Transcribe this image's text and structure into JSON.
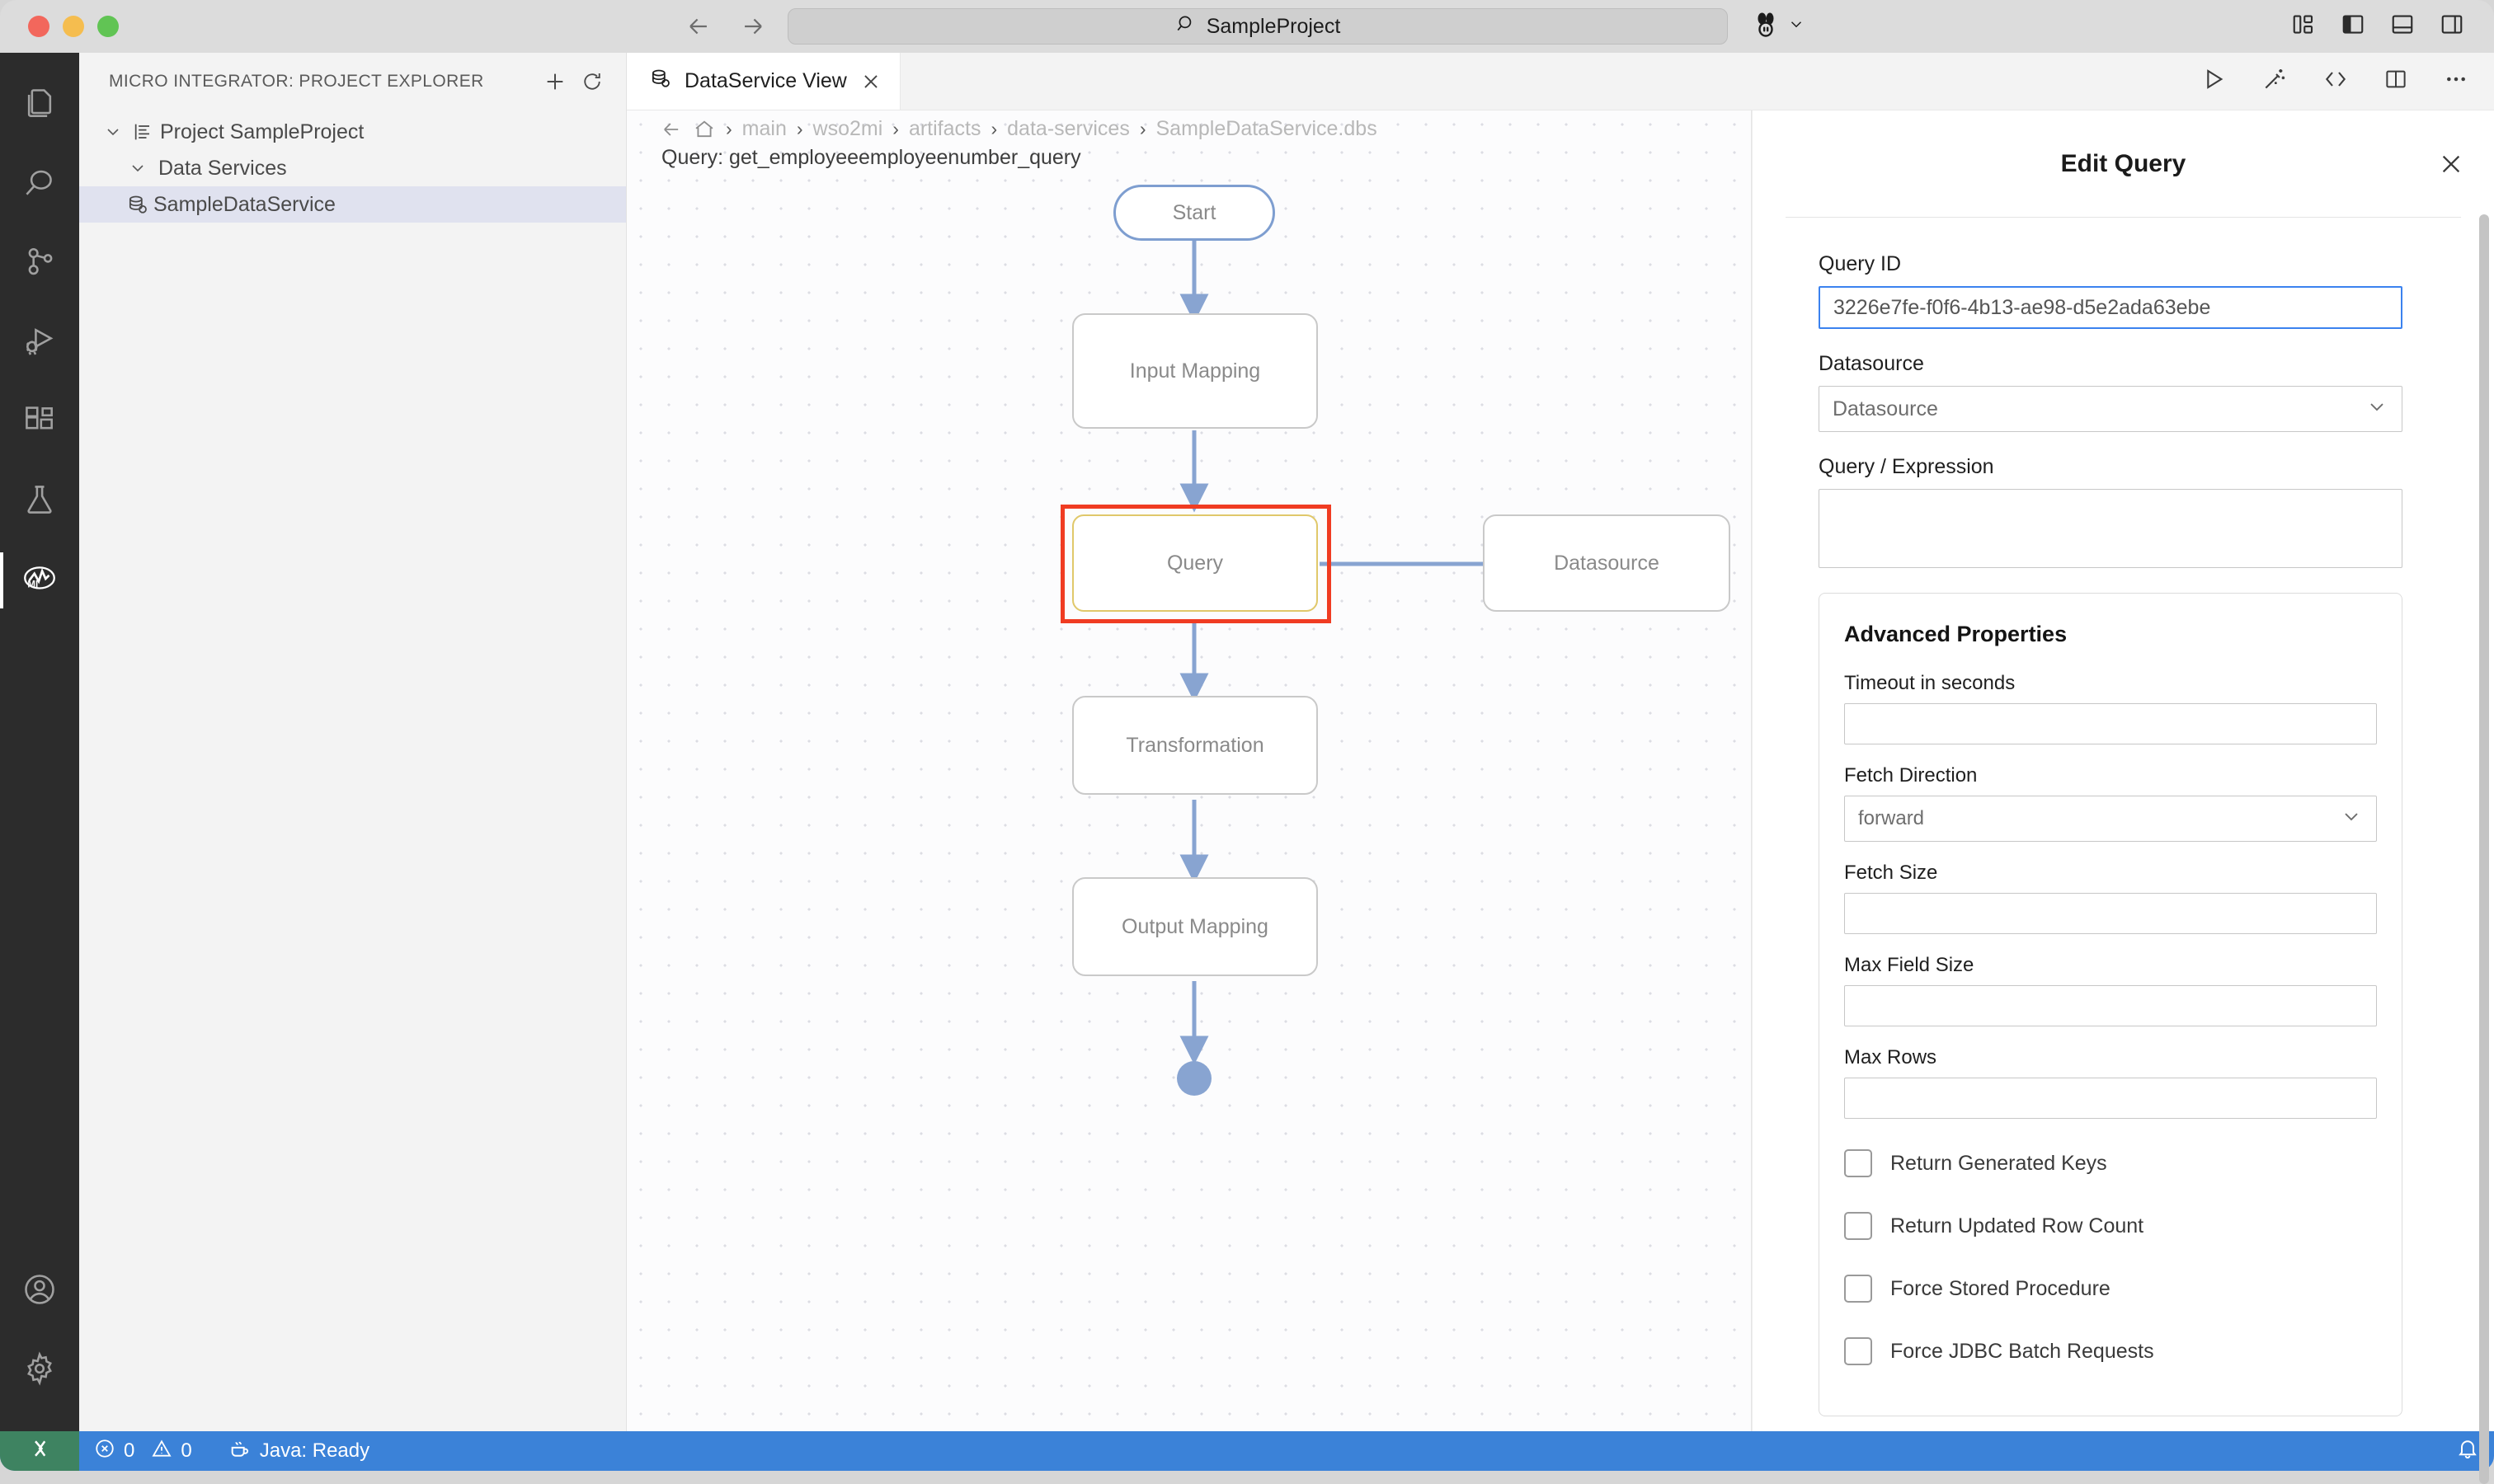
{
  "window": {
    "omnibar_value": "SampleProject",
    "search_icon": "search-icon",
    "nav_back_icon": "arrow-left-icon",
    "nav_forward_icon": "arrow-right-icon",
    "account_icon": "wso2-account-icon",
    "account_chevron": "chevron-down-icon",
    "layout_icons": [
      "customize-layout-icon",
      "toggle-primary-sidebar-icon",
      "toggle-panel-icon",
      "toggle-secondary-sidebar-icon"
    ]
  },
  "activitybar": {
    "items": [
      {
        "name": "explorer",
        "icon": "files-icon",
        "active": false
      },
      {
        "name": "search",
        "icon": "search-icon",
        "active": false
      },
      {
        "name": "source-control",
        "icon": "source-control-icon",
        "active": false
      },
      {
        "name": "run-and-debug",
        "icon": "run-debug-icon",
        "active": false
      },
      {
        "name": "extensions",
        "icon": "extensions-icon",
        "active": false
      },
      {
        "name": "testing",
        "icon": "beaker-icon",
        "active": false
      },
      {
        "name": "micro-integrator",
        "icon": "mi-logo-icon",
        "active": true
      }
    ],
    "bottom": [
      {
        "name": "accounts",
        "icon": "account-circle-icon"
      },
      {
        "name": "manage",
        "icon": "gear-icon"
      }
    ]
  },
  "sidebar": {
    "title": "MICRO INTEGRATOR: PROJECT EXPLORER",
    "actions": [
      {
        "name": "add",
        "icon": "plus-icon"
      },
      {
        "name": "refresh",
        "icon": "refresh-icon"
      }
    ],
    "tree": [
      {
        "label": "Project SampleProject",
        "icon": "project-icon",
        "chevron": "chevron-down-icon",
        "indent": 0,
        "selected": false
      },
      {
        "label": "Data Services",
        "icon": "",
        "chevron": "chevron-down-icon",
        "indent": 1,
        "selected": false
      },
      {
        "label": "SampleDataService",
        "icon": "dataservice-icon",
        "chevron": "",
        "indent": 2,
        "selected": true
      }
    ]
  },
  "editor": {
    "tab": {
      "label": "DataService View",
      "icon": "dataservice-icon",
      "close_icon": "close-icon"
    },
    "actions": [
      {
        "name": "run",
        "icon": "play-icon"
      },
      {
        "name": "ai-assist",
        "icon": "magic-wand-icon"
      },
      {
        "name": "show-source",
        "icon": "code-icon"
      },
      {
        "name": "split-editor",
        "icon": "split-editor-icon"
      },
      {
        "name": "more-actions",
        "icon": "ellipsis-icon"
      }
    ]
  },
  "breadcrumb": {
    "back_icon": "arrow-left-icon",
    "home_icon": "home-icon",
    "separator": "›",
    "segments": [
      "main",
      "wso2mi",
      "artifacts",
      "data-services",
      "SampleDataService.dbs"
    ],
    "title": "Query: get_employeeemployeenumber_query"
  },
  "diagram": {
    "nodes": [
      {
        "id": "start",
        "label": "Start",
        "type": "start"
      },
      {
        "id": "input-mapping",
        "label": "Input Mapping",
        "type": "block"
      },
      {
        "id": "query",
        "label": "Query",
        "type": "query",
        "selected": true
      },
      {
        "id": "datasource",
        "label": "Datasource",
        "type": "block"
      },
      {
        "id": "transformation",
        "label": "Transformation",
        "type": "block"
      },
      {
        "id": "output-mapping",
        "label": "Output Mapping",
        "type": "block"
      },
      {
        "id": "end",
        "label": "",
        "type": "endpoint"
      }
    ],
    "colors": {
      "link": "#88a4d1",
      "start_border": "#7e9ed0",
      "selection": "#f03c22",
      "query_border": "#e0c86a",
      "node_border": "#c9c9c9",
      "node_text": "#8a8a8a"
    }
  },
  "panel": {
    "title": "Edit Query",
    "close_icon": "close-icon",
    "query_id": {
      "label": "Query ID",
      "value": "3226e7fe-f0f6-4b13-ae98-d5e2ada63ebe"
    },
    "datasource": {
      "label": "Datasource",
      "value": "Datasource",
      "chevron": "chevron-down-icon"
    },
    "query_expression": {
      "label": "Query / Expression",
      "value": ""
    },
    "advanced": {
      "title": "Advanced Properties",
      "timeout": {
        "label": "Timeout in seconds",
        "value": ""
      },
      "fetch_direction": {
        "label": "Fetch Direction",
        "value": "forward",
        "chevron": "chevron-down-icon"
      },
      "fetch_size": {
        "label": "Fetch Size",
        "value": ""
      },
      "max_field_size": {
        "label": "Max Field Size",
        "value": ""
      },
      "max_rows": {
        "label": "Max Rows",
        "value": ""
      },
      "checkboxes": [
        {
          "label": "Return Generated Keys",
          "checked": false
        },
        {
          "label": "Return Updated Row Count",
          "checked": false
        },
        {
          "label": "Force Stored Procedure",
          "checked": false
        },
        {
          "label": "Force JDBC Batch Requests",
          "checked": false
        }
      ]
    }
  },
  "statusbar": {
    "remote_icon": "remote-window-icon",
    "error_icon": "error-icon",
    "error_count": "0",
    "warning_icon": "warning-icon",
    "warning_count": "0",
    "java_icon": "coffee-icon",
    "java_status": "Java: Ready",
    "notifications_icon": "bell-icon"
  }
}
